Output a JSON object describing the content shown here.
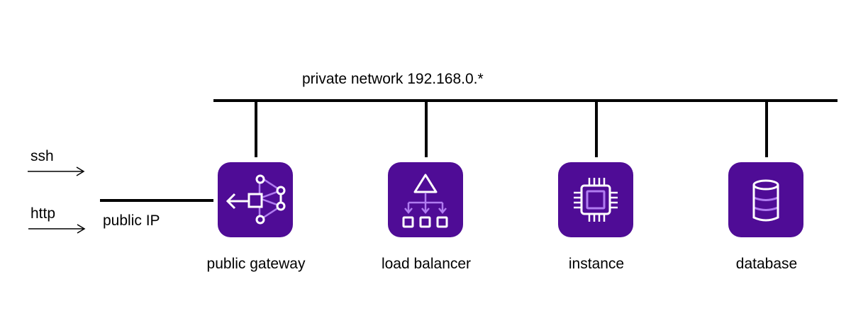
{
  "network": {
    "label": "private network 192.168.0.*"
  },
  "external": {
    "inputs": [
      {
        "label": "ssh"
      },
      {
        "label": "http"
      }
    ],
    "public_ip_label": "public IP"
  },
  "nodes": [
    {
      "id": "public-gateway",
      "label": "public gateway",
      "icon": "gateway-icon"
    },
    {
      "id": "load-balancer",
      "label": "load balancer",
      "icon": "load-balancer-icon"
    },
    {
      "id": "instance",
      "label": "instance",
      "icon": "cpu-chip-icon"
    },
    {
      "id": "database",
      "label": "database",
      "icon": "database-icon"
    }
  ],
  "colors": {
    "tile": "#4f0c96",
    "icon_stroke": "#ffffff",
    "icon_accent": "#b07cf0",
    "line": "#000000"
  }
}
